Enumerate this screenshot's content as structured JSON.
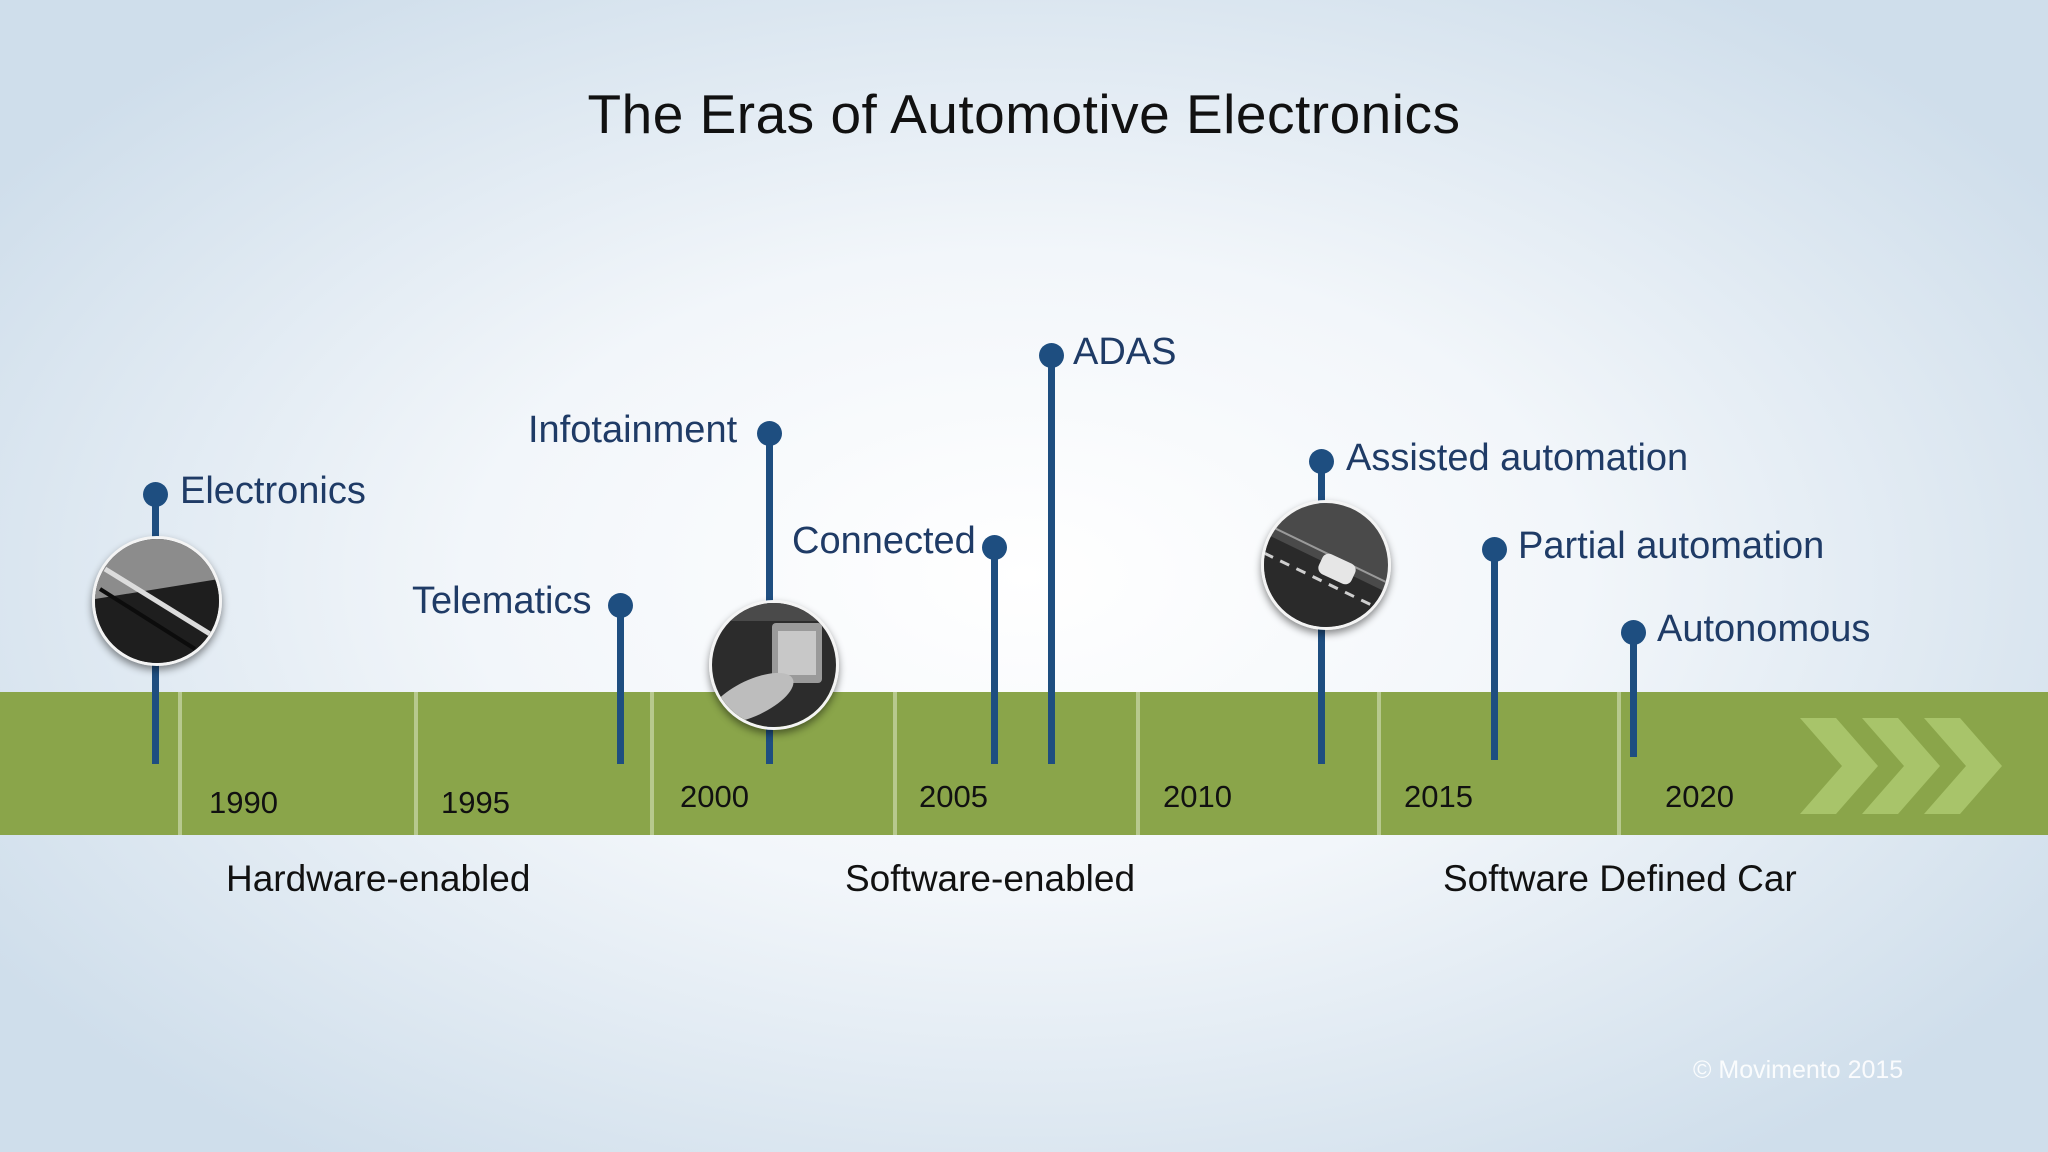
{
  "title": "The Eras of Automotive Electronics",
  "timeline": {
    "years": [
      "1990",
      "1995",
      "2000",
      "2005",
      "2010",
      "2015",
      "2020"
    ],
    "eras": [
      "Hardware-enabled",
      "Software-enabled",
      "Software Defined Car"
    ]
  },
  "milestones": [
    {
      "label": "Electronics",
      "photo": "windshield-wiper-photo"
    },
    {
      "label": "Telematics"
    },
    {
      "label": "Infotainment",
      "photo": "touchscreen-photo"
    },
    {
      "label": "Connected"
    },
    {
      "label": "ADAS"
    },
    {
      "label": "Assisted automation",
      "photo": "car-on-road-photo"
    },
    {
      "label": "Partial automation"
    },
    {
      "label": "Autonomous"
    }
  ],
  "copyright": "© Movimento 2015",
  "colors": {
    "band": "#8aa54a",
    "stem": "#1e4e80",
    "label": "#1f3b66",
    "chevron": "#a8c46a"
  }
}
